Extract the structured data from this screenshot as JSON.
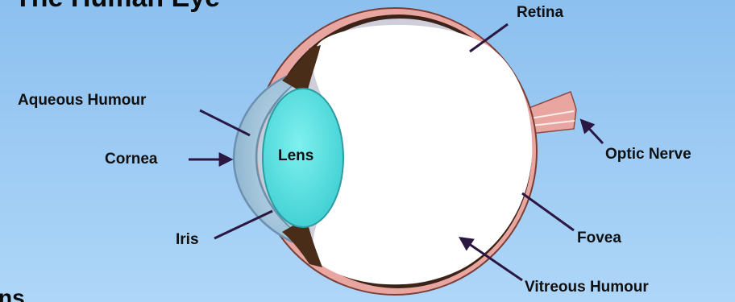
{
  "title": "The Human Eye",
  "corner_text": "ns",
  "labels": {
    "retina": "Retina",
    "aqueous_humour": "Aqueous Humour",
    "cornea": "Cornea",
    "lens": "Lens",
    "iris": "Iris",
    "optic_nerve": "Optic Nerve",
    "fovea": "Fovea",
    "vitreous_humour": "Vitreous Humour"
  },
  "colors": {
    "background_top": "#8ec2f0",
    "background_bottom": "#a9d3f7",
    "sclera": "#e9a6a0",
    "choroid": "#3b2417",
    "retina_line": "#c9c9d6",
    "vitreous": "#ffffff",
    "lens": "#5fe0e0",
    "cornea": "#9fc6de",
    "iris": "#4a2d18",
    "arrow": "#2a1742"
  }
}
